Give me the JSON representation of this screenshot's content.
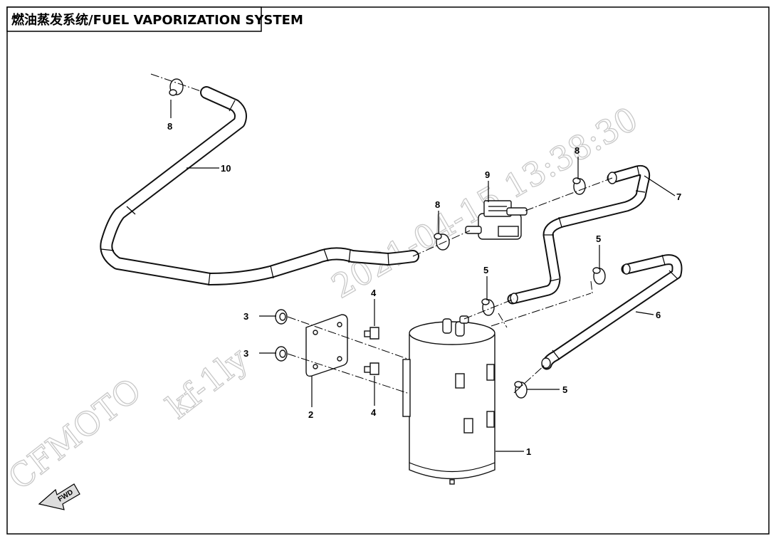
{
  "title": "燃油蒸发系统/FUEL VAPORIZATION SYSTEM",
  "watermark": {
    "brand": "CFMOTO",
    "user": "kf-1ly",
    "timestamp": "2021-04-15 13:38:30"
  },
  "fwd_label": "FWD",
  "callouts": {
    "c1": "1",
    "c2": "2",
    "c3a": "3",
    "c3b": "3",
    "c4a": "4",
    "c4b": "4",
    "c5a": "5",
    "c5b": "5",
    "c5c": "5",
    "c6": "6",
    "c7": "7",
    "c8a": "8",
    "c8b": "8",
    "c8c": "8",
    "c9": "9",
    "c10": "10"
  },
  "colors": {
    "line": "#000000",
    "watermark": "#c8c8c8",
    "background": "#ffffff"
  }
}
